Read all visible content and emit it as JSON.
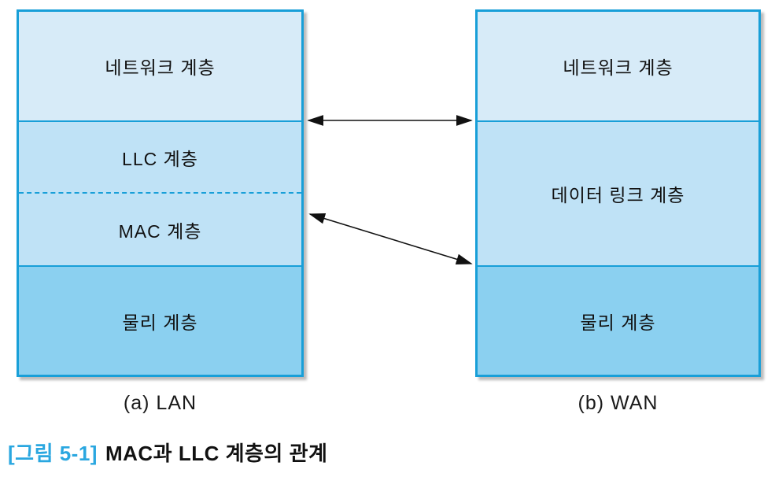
{
  "figure": {
    "caption_tag": "[그림 5-1]",
    "caption_text": "MAC과 LLC 계층의 관계"
  },
  "lan": {
    "label": "(a) LAN",
    "layers": [
      {
        "name": "네트워크 계층"
      },
      {
        "name": "LLC 계층"
      },
      {
        "name": "MAC 계층"
      },
      {
        "name": "물리 계층"
      }
    ]
  },
  "wan": {
    "label": "(b) WAN",
    "layers": [
      {
        "name": "네트워크 계층"
      },
      {
        "name": "데이터 링크 계층"
      },
      {
        "name": "물리 계층"
      }
    ]
  },
  "arrows": [
    {
      "name": "network-boundary-link",
      "style": "double-headed horizontal"
    },
    {
      "name": "mac-to-datalink-link",
      "style": "double-headed diagonal"
    }
  ],
  "colors": {
    "box_border": "#189fd8",
    "layer_top_fill": "#d7ebf8",
    "layer_mid_fill": "#bfe2f6",
    "layer_bottom_fill": "#8bd0f0",
    "caption_accent": "#2aa7e0",
    "arrow": "#111111"
  }
}
